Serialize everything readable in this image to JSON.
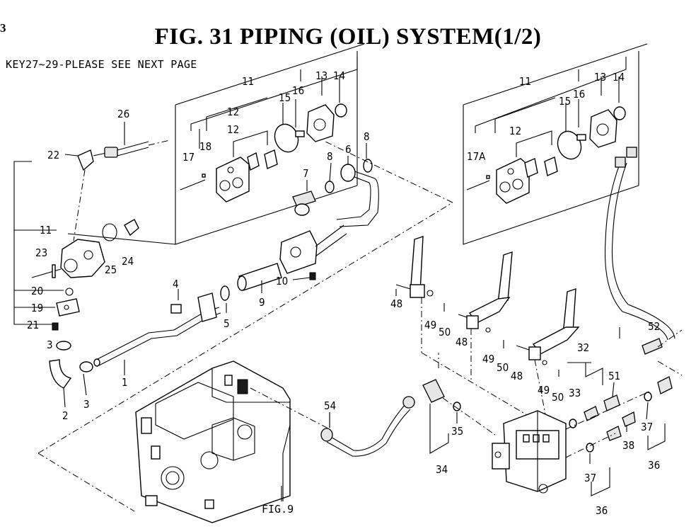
{
  "page": {
    "corner_mark": "3",
    "title": "FIG. 31  PIPING (OIL) SYSTEM(1/2)",
    "note": "KEY27~29-PLEASE SEE NEXT PAGE",
    "fig_ref": "FIG.9"
  },
  "labels": {
    "l11a": "11",
    "l12a": "12",
    "l13a": "13",
    "l14a": "14",
    "l15a": "15",
    "l16a": "16",
    "l17": "17",
    "l18": "18",
    "l11b": "11",
    "l12b": "12",
    "l13b": "13",
    "l14b": "14",
    "l15b": "15",
    "l16b": "16",
    "l17a": "17A",
    "l26": "26",
    "l22": "22",
    "l11c": "11",
    "l23": "23",
    "l25": "25",
    "l24": "24",
    "l20": "20",
    "l19": "19",
    "l21": "21",
    "l3a": "3",
    "l3b": "3",
    "l2": "2",
    "l1": "1",
    "l4": "4",
    "l5": "5",
    "l9": "9",
    "l10": "10",
    "l7": "7",
    "l8a": "8",
    "l8b": "8",
    "l6": "6",
    "l48a": "48",
    "l49a": "49",
    "l50a": "50",
    "l48b": "48",
    "l49b": "49",
    "l50b": "50",
    "l48c": "48",
    "l49c": "49",
    "l50c": "50",
    "l32": "32",
    "l33": "33",
    "l51": "51",
    "l52": "52",
    "l54": "54",
    "l35": "35",
    "l34": "34",
    "l37a": "37",
    "l38": "38",
    "l36a": "36",
    "l37b": "37",
    "l36b": "36"
  }
}
